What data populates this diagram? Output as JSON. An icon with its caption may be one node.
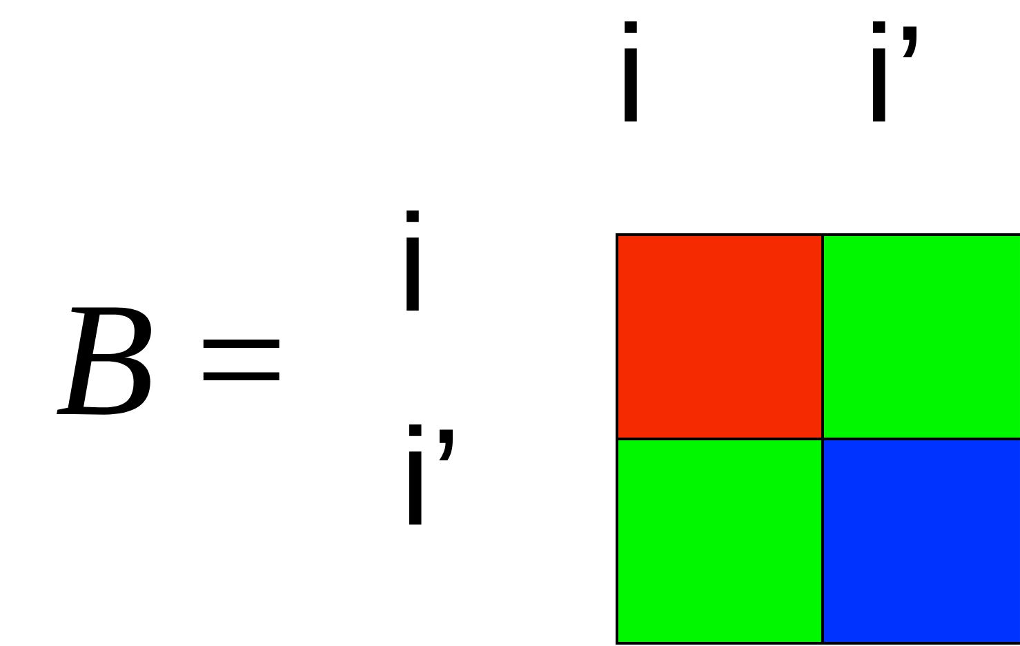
{
  "diagram": {
    "labels": [
      "*B* =",
      "i",
      "i’",
      "i",
      "i’"
    ]
  }
}
